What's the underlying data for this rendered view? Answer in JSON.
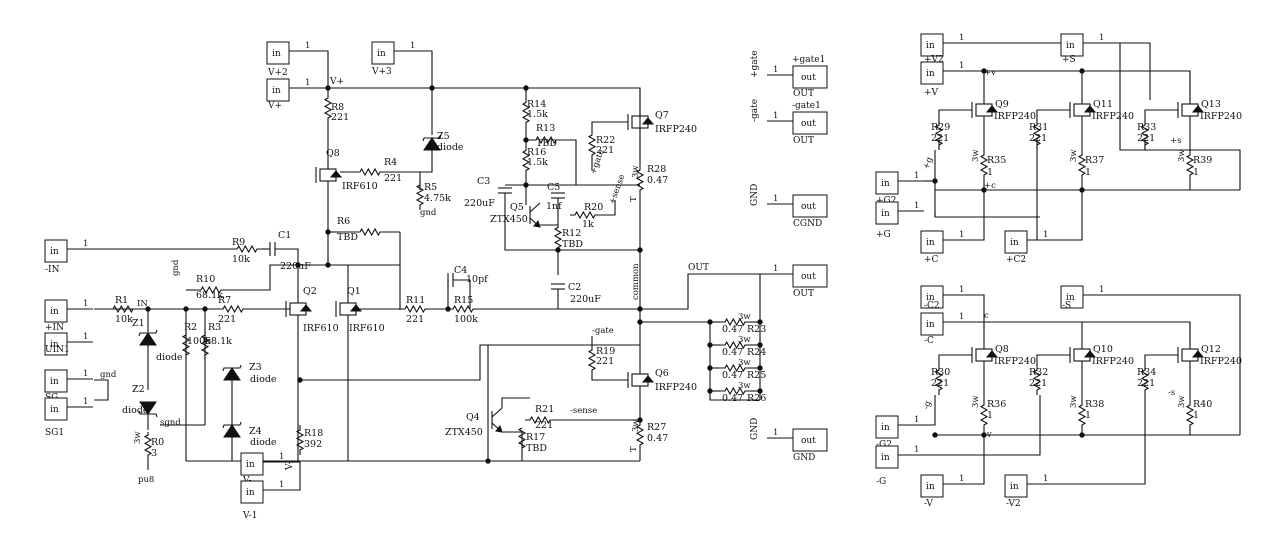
{
  "port_boxes": [
    {
      "id": "vp2",
      "label": "in",
      "pin": "1",
      "name": "V+2",
      "kind": "in"
    },
    {
      "id": "vp",
      "label": "in",
      "pin": "1",
      "name": "V+",
      "kind": "in"
    },
    {
      "id": "vp3",
      "label": "in",
      "pin": "1",
      "name": "V+3",
      "kind": "in"
    },
    {
      "id": "in_neg",
      "label": "in",
      "pin": "1",
      "name": "-IN",
      "kind": "in"
    },
    {
      "id": "in_pos",
      "label": "in",
      "pin": "1",
      "name": "+IN",
      "kind": "in"
    },
    {
      "id": "uin1",
      "label": "in",
      "pin": "1",
      "name": "UIN1",
      "kind": "in"
    },
    {
      "id": "sg",
      "label": "in",
      "pin": "1",
      "name": "SG",
      "kind": "in"
    },
    {
      "id": "sg1",
      "label": "in",
      "pin": "1",
      "name": "SG1",
      "kind": "in"
    },
    {
      "id": "vm",
      "label": "in",
      "pin": "1",
      "name": "V-",
      "kind": "in"
    },
    {
      "id": "vm1",
      "label": "in",
      "pin": "1",
      "name": "V-1",
      "kind": "in"
    },
    {
      "id": "o_gate1",
      "label": "out",
      "pin": "1",
      "name": "OUT",
      "kind": "out"
    },
    {
      "id": "o_gate1n",
      "label": "out",
      "pin": "1",
      "name": "OUT",
      "kind": "out"
    },
    {
      "id": "o_cgnd",
      "label": "out",
      "pin": "1",
      "name": "CGND",
      "kind": "out"
    },
    {
      "id": "o_out",
      "label": "out",
      "pin": "1",
      "name": "OUT",
      "kind": "out"
    },
    {
      "id": "o_gnd",
      "label": "out",
      "pin": "1",
      "name": "GND",
      "kind": "out"
    },
    {
      "id": "r_v2",
      "label": "in",
      "pin": "1",
      "name": "+V2",
      "kind": "in"
    },
    {
      "id": "r_v",
      "label": "in",
      "pin": "1",
      "name": "+V",
      "kind": "in"
    },
    {
      "id": "r_s",
      "label": "in",
      "pin": "1",
      "name": "+S",
      "kind": "in"
    },
    {
      "id": "r_g2",
      "label": "in",
      "pin": "1",
      "name": "+G2",
      "kind": "in"
    },
    {
      "id": "r_g",
      "label": "in",
      "pin": "1",
      "name": "+G",
      "kind": "in"
    },
    {
      "id": "r_c",
      "label": "in",
      "pin": "1",
      "name": "+C",
      "kind": "in"
    },
    {
      "id": "r_c2",
      "label": "in",
      "pin": "1",
      "name": "+C2",
      "kind": "in"
    },
    {
      "id": "r_mc2",
      "label": "in",
      "pin": "1",
      "name": "-C2",
      "kind": "in"
    },
    {
      "id": "r_mc",
      "label": "in",
      "pin": "1",
      "name": "-C",
      "kind": "in"
    },
    {
      "id": "r_ms",
      "label": "in",
      "pin": "1",
      "name": "-S",
      "kind": "in"
    },
    {
      "id": "r_mg2",
      "label": "in",
      "pin": "1",
      "name": "-G2",
      "kind": "in"
    },
    {
      "id": "r_mg",
      "label": "in",
      "pin": "1",
      "name": "-G",
      "kind": "in"
    },
    {
      "id": "r_mv",
      "label": "in",
      "pin": "1",
      "name": "-V",
      "kind": "in"
    },
    {
      "id": "r_mv2",
      "label": "in",
      "pin": "1",
      "name": "-V2",
      "kind": "in"
    }
  ],
  "components": [
    {
      "id": "R8",
      "ref": "R8",
      "value": "221"
    },
    {
      "id": "R4",
      "ref": "R4",
      "value": "221"
    },
    {
      "id": "R5",
      "ref": "R5",
      "value": "4.75k"
    },
    {
      "id": "R6",
      "ref": "R6",
      "value": "TBD"
    },
    {
      "id": "R9",
      "ref": "R9",
      "value": "10k"
    },
    {
      "id": "R10",
      "ref": "R10",
      "value": "68.1k"
    },
    {
      "id": "R7",
      "ref": "R7",
      "value": "221"
    },
    {
      "id": "R1",
      "ref": "R1",
      "value": "10k"
    },
    {
      "id": "R2",
      "ref": "R2",
      "value": "100k"
    },
    {
      "id": "R3",
      "ref": "R3",
      "value": "68.1k"
    },
    {
      "id": "R11",
      "ref": "R11",
      "value": "221"
    },
    {
      "id": "R15",
      "ref": "R15",
      "value": "100k"
    },
    {
      "id": "R18",
      "ref": "R18",
      "value": "392"
    },
    {
      "id": "R0",
      "ref": "R0",
      "value": "3"
    },
    {
      "id": "R14",
      "ref": "R14",
      "value": "1.5k"
    },
    {
      "id": "R13",
      "ref": "R13",
      "value": "TBD"
    },
    {
      "id": "R16",
      "ref": "R16",
      "value": "1.5k"
    },
    {
      "id": "R12",
      "ref": "R12",
      "value": "TBD"
    },
    {
      "id": "R20",
      "ref": "R20",
      "value": "1k"
    },
    {
      "id": "R22",
      "ref": "R22",
      "value": "221"
    },
    {
      "id": "R28",
      "ref": "R28",
      "value": "0.47"
    },
    {
      "id": "R19",
      "ref": "R19",
      "value": "221"
    },
    {
      "id": "R21",
      "ref": "R21",
      "value": "221"
    },
    {
      "id": "R17",
      "ref": "R17",
      "value": "TBD"
    },
    {
      "id": "R27",
      "ref": "R27",
      "value": "0.47"
    },
    {
      "id": "R23",
      "ref": "R23",
      "value": "0.47"
    },
    {
      "id": "R24",
      "ref": "R24",
      "value": "0.47"
    },
    {
      "id": "R25",
      "ref": "R25",
      "value": "0.47"
    },
    {
      "id": "R26",
      "ref": "R26",
      "value": "0.47"
    },
    {
      "id": "C1",
      "ref": "C1",
      "value": "220uF"
    },
    {
      "id": "C3",
      "ref": "C3",
      "value": "220uF"
    },
    {
      "id": "C5",
      "ref": "C5",
      "value": "1nf"
    },
    {
      "id": "C4",
      "ref": "C4",
      "value": "10pf"
    },
    {
      "id": "C2",
      "ref": "C2",
      "value": "220uF"
    },
    {
      "id": "Q8",
      "ref": "Q8",
      "value": "IRF610"
    },
    {
      "id": "Q2",
      "ref": "Q2",
      "value": "IRF610"
    },
    {
      "id": "Q1",
      "ref": "Q1",
      "value": "IRF610"
    },
    {
      "id": "Q5",
      "ref": "Q5",
      "value": "ZTX450"
    },
    {
      "id": "Q4",
      "ref": "Q4",
      "value": "ZTX450"
    },
    {
      "id": "Q7",
      "ref": "Q7",
      "value": "IRFP240"
    },
    {
      "id": "Q6",
      "ref": "Q6",
      "value": "IRFP240"
    },
    {
      "id": "Z5",
      "ref": "Z5",
      "value": "diode"
    },
    {
      "id": "Z1",
      "ref": "Z1",
      "value": "diode"
    },
    {
      "id": "Z2",
      "ref": "Z2",
      "value": "diode"
    },
    {
      "id": "Z3",
      "ref": "Z3",
      "value": "diode"
    },
    {
      "id": "Z4",
      "ref": "Z4",
      "value": "diode"
    },
    {
      "id": "Q9",
      "ref": "Q9",
      "value": "IRFP240"
    },
    {
      "id": "Q11",
      "ref": "Q11",
      "value": "IRFP240"
    },
    {
      "id": "Q13",
      "ref": "Q13",
      "value": "IRFP240"
    },
    {
      "id": "R29",
      "ref": "R29",
      "value": "221"
    },
    {
      "id": "R31",
      "ref": "R31",
      "value": "221"
    },
    {
      "id": "R33",
      "ref": "R33",
      "value": "221"
    },
    {
      "id": "R35",
      "ref": "R35",
      "value": "1"
    },
    {
      "id": "R37",
      "ref": "R37",
      "value": "1"
    },
    {
      "id": "R39",
      "ref": "R39",
      "value": "1"
    },
    {
      "id": "Q8b",
      "ref": "Q8",
      "value": "IRFP240"
    },
    {
      "id": "Q10",
      "ref": "Q10",
      "value": "IRFP240"
    },
    {
      "id": "Q12",
      "ref": "Q12",
      "value": "IRFP240"
    },
    {
      "id": "R30",
      "ref": "R30",
      "value": "221"
    },
    {
      "id": "R32",
      "ref": "R32",
      "value": "221"
    },
    {
      "id": "R34",
      "ref": "R34",
      "value": "221"
    },
    {
      "id": "R36",
      "ref": "R36",
      "value": "1"
    },
    {
      "id": "R38",
      "ref": "R38",
      "value": "1"
    },
    {
      "id": "R40",
      "ref": "R40",
      "value": "1"
    }
  ],
  "net_labels": [
    {
      "id": "n_vplus",
      "text": "V+"
    },
    {
      "id": "n_gnd_r5",
      "text": "gnd"
    },
    {
      "id": "n_gnd_r10",
      "text": "gnd"
    },
    {
      "id": "n_in",
      "text": "IN"
    },
    {
      "id": "n_gnd_sg",
      "text": "gnd"
    },
    {
      "id": "n_sgnd",
      "text": "sgnd"
    },
    {
      "id": "n_pu8",
      "text": "pu8"
    },
    {
      "id": "n_vminus",
      "text": "V-"
    },
    {
      "id": "n_pgate",
      "text": "+gate"
    },
    {
      "id": "n_psense",
      "text": "+sense"
    },
    {
      "id": "n_common",
      "text": "common"
    },
    {
      "id": "n_out",
      "text": "OUT"
    },
    {
      "id": "n_mgate",
      "text": "-gate"
    },
    {
      "id": "n_msense",
      "text": "-sense"
    },
    {
      "id": "n_T1",
      "text": "T"
    },
    {
      "id": "n_T2",
      "text": "T"
    },
    {
      "id": "n_3w_r28",
      "text": "3w"
    },
    {
      "id": "n_3w_r27",
      "text": "3w"
    },
    {
      "id": "n_3w_r0",
      "text": "3w"
    },
    {
      "id": "n_3w_r23",
      "text": "3w"
    },
    {
      "id": "n_3w_r24",
      "text": "3w"
    },
    {
      "id": "n_3w_r25",
      "text": "3w"
    },
    {
      "id": "n_3w_r26",
      "text": "3w"
    },
    {
      "id": "n_gate_v1",
      "text": "+gate"
    },
    {
      "id": "n_gate1",
      "text": "+gate1"
    },
    {
      "id": "n_gate_v2",
      "text": "-gate"
    },
    {
      "id": "n_gate1n",
      "text": "-gate1"
    },
    {
      "id": "n_gnd_v1",
      "text": "GND"
    },
    {
      "id": "n_gnd_v2",
      "text": "GND"
    },
    {
      "id": "n_rv",
      "text": "+v"
    },
    {
      "id": "n_rg",
      "text": "+g"
    },
    {
      "id": "n_rc",
      "text": "+c"
    },
    {
      "id": "n_rs",
      "text": "+s"
    },
    {
      "id": "n_rc2",
      "text": "c"
    },
    {
      "id": "n_rg2",
      "text": "-g"
    },
    {
      "id": "n_rv2",
      "text": "-v"
    },
    {
      "id": "n_rs2",
      "text": "-s"
    },
    {
      "id": "n_3w_r35",
      "text": "3w"
    },
    {
      "id": "n_3w_r37",
      "text": "3w"
    },
    {
      "id": "n_3w_r39",
      "text": "3w"
    },
    {
      "id": "n_3w_r36",
      "text": "3w"
    },
    {
      "id": "n_3w_r38",
      "text": "3w"
    },
    {
      "id": "n_3w_r40",
      "text": "3w"
    }
  ]
}
